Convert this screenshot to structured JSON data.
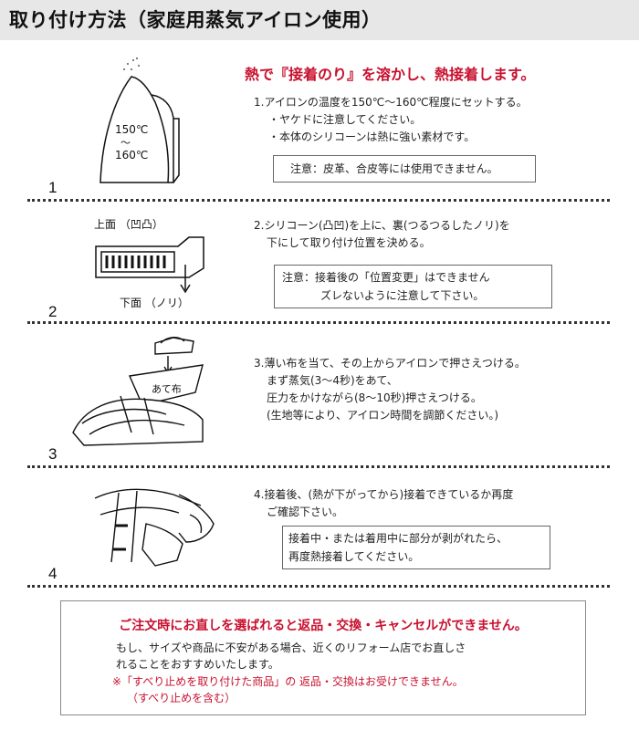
{
  "header": {
    "title": "取り付け方法（家庭用蒸気アイロン使用）"
  },
  "steps": [
    {
      "number": "1",
      "lead": "熱で『接着のり』を溶かし、熱接着します。",
      "lines": [
        "1.アイロンの温度を150℃〜160℃程度にセットする。",
        "・ヤケドに注意してください。",
        "・本体のシリコーンは熱に強い素材です。"
      ],
      "note": [
        "注意：皮革、合皮等には使用できません。"
      ],
      "illus_text": [
        "150℃",
        "〜",
        "160℃"
      ]
    },
    {
      "number": "2",
      "lines": [
        "2.シリコーン(凸凹)を上に、裏(つるつるしたノリ)を",
        "下にして取り付け位置を決める。"
      ],
      "note": [
        "注意：接着後の「位置変更」はできません",
        "ズレないように注意して下さい。"
      ],
      "illus_text": [
        "上面 （凹凸）",
        "下面 （ノリ）"
      ]
    },
    {
      "number": "3",
      "lines": [
        "3.薄い布を当て、その上からアイロンで押さえつける。",
        "まず蒸気(3〜4秒)をあて、",
        "圧力をかけながら(8〜10秒)押さえつける。",
        "(生地等により、アイロン時間を調節ください。)"
      ],
      "illus_text": [
        "あて布"
      ]
    },
    {
      "number": "4",
      "lines": [
        "4.接着後、(熱が下がってから)接着できているか再度",
        "ご確認下さい。"
      ],
      "note": [
        "接着中・または着用中に部分が剥がれたら、",
        "再度熱接着してください。"
      ]
    }
  ],
  "notice": {
    "heading": "ご注文時にお直しを選ばれると返品・交換・キャンセルができません。",
    "lines": [
      "もし、サイズや商品に不安がある場合、近くのリフォーム店でお直しさ",
      "れることをおすすめいたします。"
    ],
    "red_lines": [
      "※「すべり止めを取り付けた商品」の 返品・交換はお受けできません。",
      "（すべり止めを含む）"
    ]
  },
  "colors": {
    "accent": "#c8102e",
    "header_bg": "#e7e7e7"
  }
}
